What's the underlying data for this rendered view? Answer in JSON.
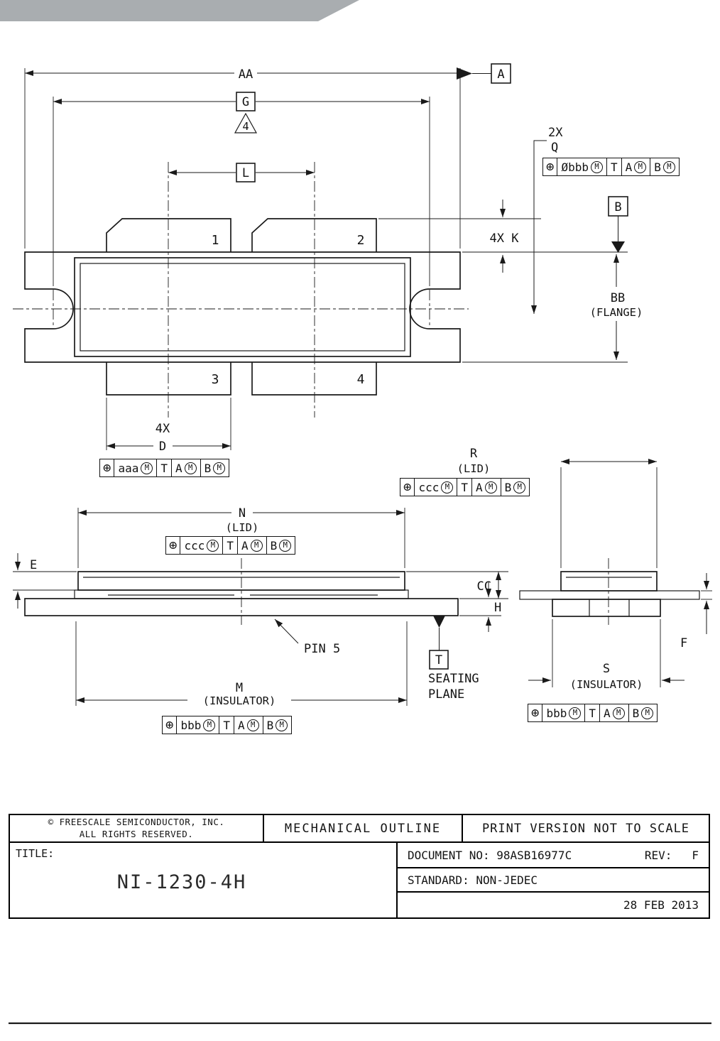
{
  "top_view": {
    "dim_aa": "AA",
    "dim_g": "G",
    "note_4": "4",
    "dim_l": "L",
    "q_prefix": "2X",
    "dim_q": "Q",
    "dim_k": "4X K",
    "dim_bb": "BB",
    "bb_sub": "(FLANGE)",
    "d_prefix": "4X",
    "dim_d": "D",
    "datum_a": "A",
    "datum_b": "B",
    "lead_1": "1",
    "lead_2": "2",
    "lead_3": "3",
    "lead_4": "4"
  },
  "side_view": {
    "dim_n": "N",
    "n_sub": "(LID)",
    "dim_e": "E",
    "dim_cc": "CC",
    "dim_h": "H",
    "pin_label": "PIN 5",
    "datum_t": "T",
    "seating_line1": "SEATING",
    "seating_line2": "PLANE",
    "dim_m": "M",
    "m_sub": "(INSULATOR)"
  },
  "end_view": {
    "dim_r": "R",
    "r_sub": "(LID)",
    "dim_f": "F",
    "dim_s": "S",
    "s_sub": "(INSULATOR)"
  },
  "fcfs": {
    "q": {
      "sym": "⊕",
      "tol": "Øbbb",
      "mod": "M",
      "primary": "T",
      "secondary": "A",
      "tertiary": "B"
    },
    "d": {
      "sym": "⊕",
      "tol": "aaa",
      "mod": "M",
      "primary": "T",
      "secondary": "A",
      "tertiary": "B"
    },
    "r": {
      "sym": "⊕",
      "tol": "ccc",
      "mod": "M",
      "primary": "T",
      "secondary": "A",
      "tertiary": "B"
    },
    "n": {
      "sym": "⊕",
      "tol": "ccc",
      "mod": "M",
      "primary": "T",
      "secondary": "A",
      "tertiary": "B"
    },
    "m": {
      "sym": "⊕",
      "tol": "bbb",
      "mod": "M",
      "primary": "T",
      "secondary": "A",
      "tertiary": "B"
    },
    "s": {
      "sym": "⊕",
      "tol": "bbb",
      "mod": "M",
      "primary": "T",
      "secondary": "A",
      "tertiary": "B"
    }
  },
  "title_block": {
    "copyright_line1": "© FREESCALE SEMICONDUCTOR, INC.",
    "copyright_line2": "ALL RIGHTS RESERVED.",
    "center_label": "MECHANICAL OUTLINE",
    "right_label": "PRINT VERSION NOT TO SCALE",
    "title_label": "TITLE:",
    "title_value": "NI-1230-4H",
    "doc_label": "DOCUMENT NO:",
    "doc_value": "98ASB16977C",
    "rev_label": "REV:",
    "rev_value": "F",
    "standard_label": "STANDARD:",
    "standard_value": "NON-JEDEC",
    "date": "28 FEB 2013"
  }
}
